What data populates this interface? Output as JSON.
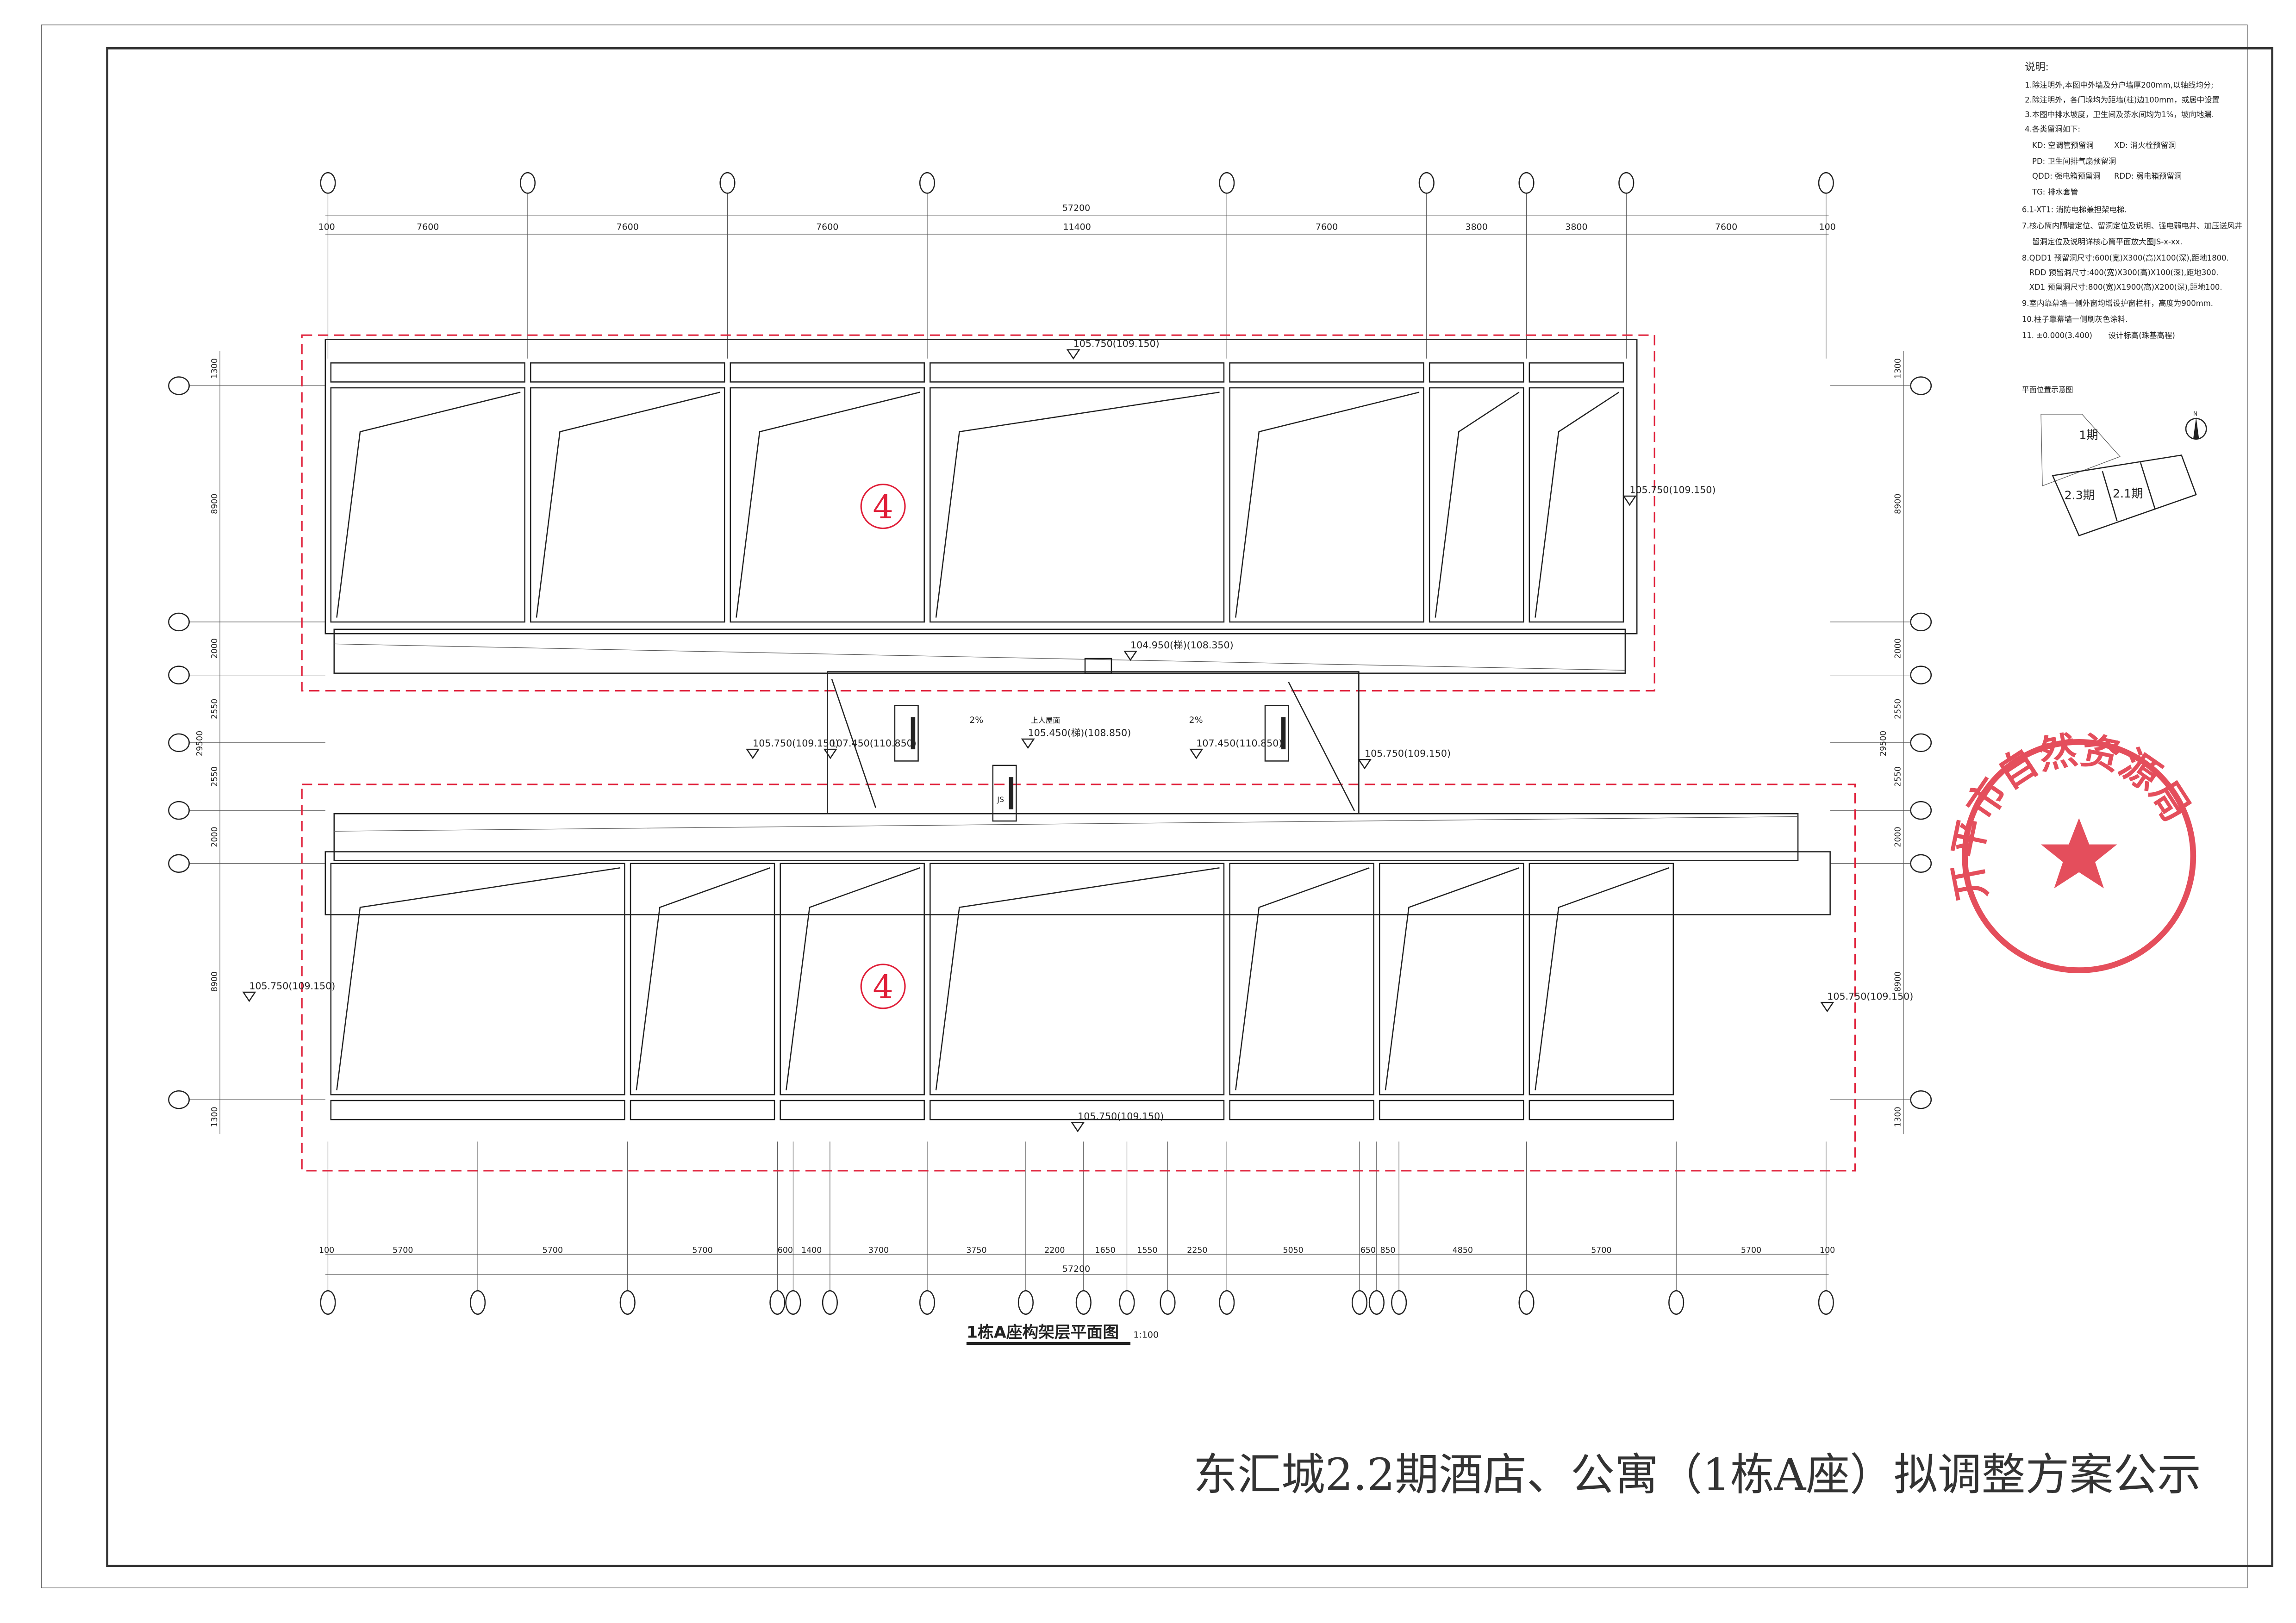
{
  "notes": {
    "heading": "说明:",
    "lines": [
      "1.除注明外,本图中外墙及分户墙厚200mm,以轴线均分;",
      "2.除注明外，各门垛均为距墙(柱)边100mm，或居中设置",
      "3.本图中排水坡度，卫生间及茶水间均为1%，坡向地漏.",
      "4.各类留洞如下:",
      "KD: 空调管预留洞",
      "XD: 消火栓预留洞",
      "PD: 卫生间排气扇预留洞",
      "QDD: 强电箱预留洞",
      "RDD: 弱电箱预留洞",
      "TG: 排水套管",
      "6.1-XT1: 消防电梯兼担架电梯.",
      "7.核心筒内隔墙定位、留洞定位及说明、强电弱电井、加压送风井",
      "留洞定位及说明详核心筒平面放大图JS-x-xx.",
      "8.QDD1 预留洞尺寸:600(宽)X300(高)X100(深),距地1800.",
      "RDD 预留洞尺寸:400(宽)X300(高)X100(深),距地300.",
      "XD1 预留洞尺寸:800(宽)X1900(高)X200(深),距地100.",
      "9.室内靠幕墙一侧外窗均增设护窗栏杆，高度为900mm.",
      "10.柱子靠幕墙一侧刷灰色涂料.",
      "11. ±0.000(3.400)",
      "设计标高(珠基高程)"
    ]
  },
  "key_plan": {
    "title": "平面位置示意图",
    "zones": [
      "1期",
      "2.3期",
      "2.1期"
    ],
    "north": "N"
  },
  "top_dims": {
    "total": "57200",
    "segments": [
      "100",
      "7600",
      "7600",
      "7600",
      "11400",
      "7600",
      "3800",
      "3800",
      "7600",
      "100"
    ]
  },
  "bottom_dims": {
    "total": "57200",
    "segments": [
      "100",
      "5700",
      "5700",
      "5700",
      "600",
      "1400",
      "3700",
      "3750",
      "2200",
      "1650",
      "1550",
      "2250",
      "5050",
      "650",
      "850",
      "4850",
      "5700",
      "5700",
      "100"
    ]
  },
  "side_dims": {
    "total": "29500",
    "segments": [
      "1300",
      "8900",
      "2000",
      "2550",
      "2550",
      "2000",
      "8900",
      "1300"
    ]
  },
  "zone_marks": [
    "4",
    "4"
  ],
  "elevations": {
    "top_parapet": "105.750(109.150)",
    "right_upper": "105.750(109.150)",
    "stair_top": "104.950(梯)(108.350)",
    "left_mid": "105.750(109.150)",
    "left_core": "107.450(110.850)",
    "roof_center": "105.450(梯)(108.850)",
    "right_core": "107.450(110.850)",
    "right_mid": "105.750(109.150)",
    "left_lower": "105.750(109.150)",
    "right_lower": "105.750(109.150)",
    "bottom_parapet": "105.750(109.150)"
  },
  "roof_labels": {
    "slope": "2%",
    "accessible_roof": "上人屋面",
    "shaft": "JS"
  },
  "drawing_title": "1栋A座构架层平面图",
  "drawing_scale": "1:100",
  "sheet_title": "东汇城2.2期酒店、公寓（1栋A座）拟调整方案公示",
  "stamp_text": "开平市自然资源局",
  "colors": {
    "redline": "#e0203a",
    "stamp": "#e03040"
  }
}
